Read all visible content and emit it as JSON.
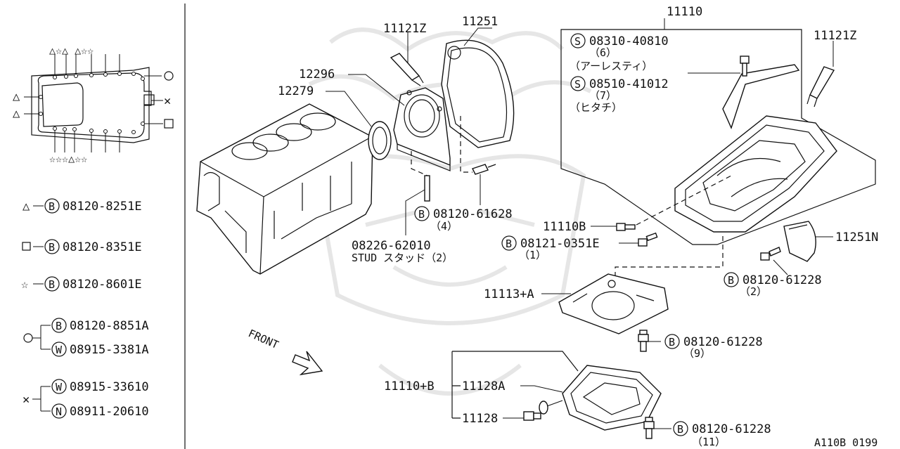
{
  "legend": {
    "triangle": {
      "symbol": "△",
      "code": "B",
      "part": "08120-8251E"
    },
    "square": {
      "symbol": "□",
      "code": "B",
      "part": "08120-8351E"
    },
    "star": {
      "symbol": "☆",
      "code": "B",
      "part": "08120-8601E"
    },
    "circle": {
      "symbol": "○",
      "items": [
        {
          "code": "B",
          "part": "08120-8851A"
        },
        {
          "code": "W",
          "part": "08915-3381A"
        }
      ]
    },
    "cross": {
      "symbol": "✕",
      "items": [
        {
          "code": "W",
          "part": "08915-33610"
        },
        {
          "code": "N",
          "part": "08911-20610"
        }
      ]
    },
    "sym_top": "△☆△ △☆☆",
    "sym_bottom": "☆☆☆△☆☆"
  },
  "parts": {
    "p11121z_a": "11121Z",
    "p11251": "11251",
    "p11110": "11110",
    "p11121z_b": "11121Z",
    "p12296": "12296",
    "p12279": "12279",
    "s08310": {
      "code": "S",
      "part": "08310-40810",
      "qty": "（6）",
      "note": "（アーレスティ）"
    },
    "s08510": {
      "code": "S",
      "part": "08510-41012",
      "qty": "（7）",
      "note": "（ヒタチ）"
    },
    "b61628": {
      "code": "B",
      "part": "08120-61628",
      "qty": "（4）"
    },
    "stud": {
      "part": "08226-62010",
      "desc": "STUD スタッド（2）"
    },
    "p11110b": "11110B",
    "b0351e": {
      "code": "B",
      "part": "08121-0351E",
      "qty": "（1）"
    },
    "p11251n": "11251N",
    "b61228_2": {
      "code": "B",
      "part": "08120-61228",
      "qty": "（2）"
    },
    "p11113a": "11113+A",
    "b61228_9": {
      "code": "B",
      "part": "08120-61228",
      "qty": "（9）"
    },
    "front": "FRONT",
    "p11110b_plus": "11110+B",
    "p11128a": "11128A",
    "p11128": "11128",
    "b61228_11": {
      "code": "B",
      "part": "08120-61228",
      "qty": "（11）"
    }
  },
  "footer": {
    "diagram_code": "A110B 0199"
  }
}
